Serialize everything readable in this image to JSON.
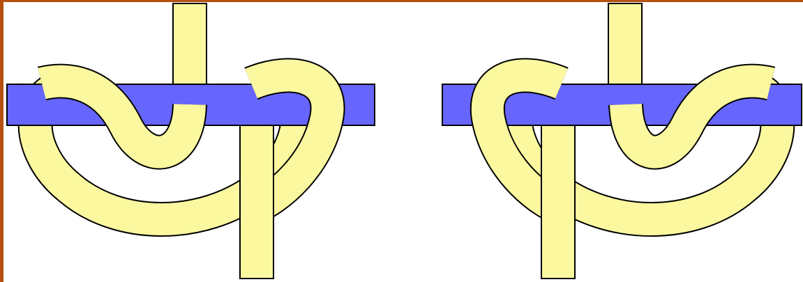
{
  "figure": {
    "panels": [
      {
        "id": "left-knot",
        "variant": "original"
      },
      {
        "id": "right-knot",
        "variant": "mirrored"
      }
    ]
  },
  "colors": {
    "background": "#ffffff",
    "frame_border": "#b5500f",
    "rope": "#fbf8a0",
    "bar": "#6666ff",
    "outline": "#000000"
  }
}
